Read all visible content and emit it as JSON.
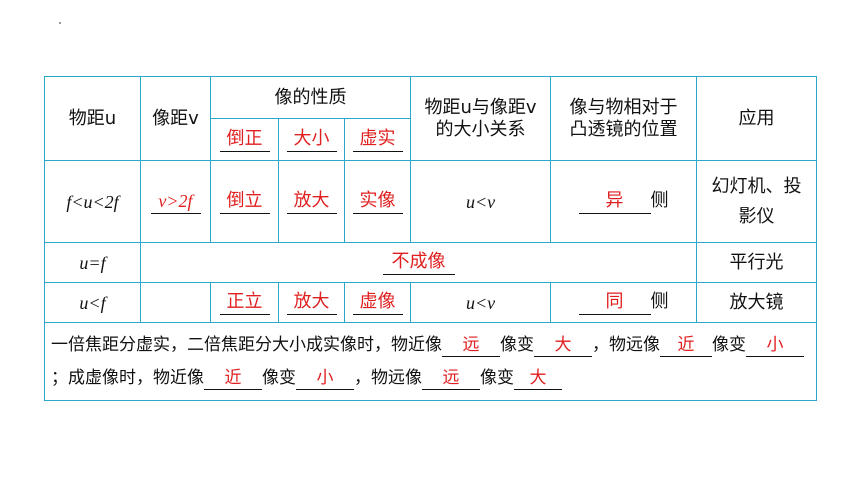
{
  "table": {
    "header": {
      "object_distance": "物距u",
      "image_distance": "像距v",
      "image_nature": "像的性质",
      "nature_items": [
        "倒正",
        "大小",
        "虚实"
      ],
      "relation": "物距u与像距v的大小关系",
      "position": "像与物相对于凸透镜的位置",
      "application": "应用"
    },
    "rows": [
      {
        "u": "f<u<2f",
        "v": "v>2f",
        "orientation": "倒立",
        "size": "放大",
        "kind": "实像",
        "relation": "u<v",
        "side_answer": "异",
        "side_suffix": "侧",
        "application": "幻灯机、投影仪"
      },
      {
        "u": "u=f",
        "result": "不成像",
        "application": "平行光"
      },
      {
        "u": "u<f",
        "v": "",
        "orientation": "正立",
        "size": "放大",
        "kind": "虚像",
        "relation": "u<v",
        "side_answer": "同",
        "side_suffix": "侧",
        "application": "放大镜"
      }
    ]
  },
  "note": {
    "t1": "一倍焦距分虚实，二倍焦距分大小成实像时，物近像",
    "a1": "远",
    "t2": "像变",
    "a2": "大",
    "t3": "，物远像",
    "a3": "近",
    "t4": "像变",
    "a4": "小",
    "t5": "；成虚像时，物近像",
    "a5": "近",
    "t6": "像变",
    "a6": "小",
    "t7": "，物远像",
    "a7": "远",
    "t8": "像变",
    "a8": "大"
  },
  "colors": {
    "border": "#2aa7c9",
    "answer": "#e02020"
  }
}
